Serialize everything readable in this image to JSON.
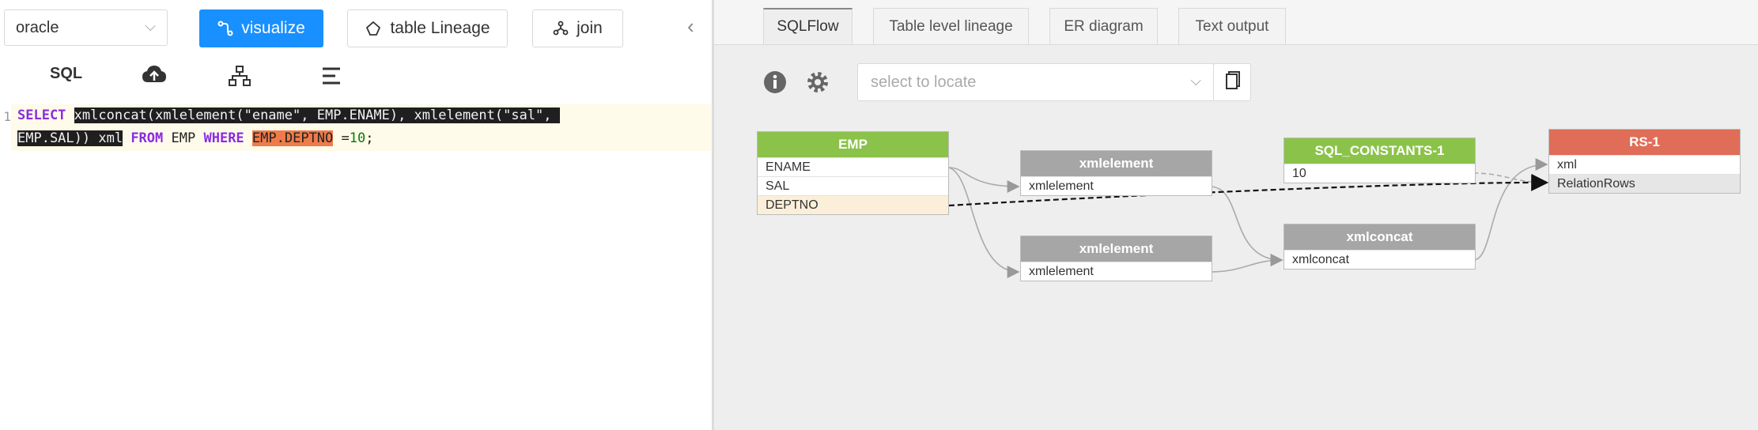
{
  "toolbar": {
    "db_value": "oracle",
    "visualize_label": "visualize",
    "lineage_label": "table Lineage",
    "join_label": "join"
  },
  "tools": {
    "sql_label": "SQL"
  },
  "editor": {
    "line_number": "1",
    "line1": {
      "kw_select": "SELECT",
      "sel1": "xmlconcat(xmlelement(\"ename\", EMP.ENAME), xmlelement(\"sal\", "
    },
    "line2": {
      "sel2": "EMP.SAL)) xml",
      "kw_from": "FROM",
      "table": "EMP",
      "kw_where": "WHERE",
      "col": "EMP.DEPTNO",
      "op": "=",
      "num": "10",
      "end": ";"
    }
  },
  "tabs": [
    "SQLFlow",
    "Table level lineage",
    "ER diagram",
    "Text output"
  ],
  "locate": {
    "placeholder": "select to locate"
  },
  "graph": {
    "emp": {
      "title": "EMP",
      "cols": [
        "ENAME",
        "SAL",
        "DEPTNO"
      ]
    },
    "xmlelement1": {
      "title": "xmlelement",
      "cols": [
        "xmlelement"
      ]
    },
    "xmlelement2": {
      "title": "xmlelement",
      "cols": [
        "xmlelement"
      ]
    },
    "const": {
      "title": "SQL_CONSTANTS-1",
      "cols": [
        "10"
      ]
    },
    "xmlconcat": {
      "title": "xmlconcat",
      "cols": [
        "xmlconcat"
      ]
    },
    "rs": {
      "title": "RS-1",
      "cols": [
        "xml",
        "RelationRows"
      ]
    }
  },
  "colors": {
    "primary": "#1890ff",
    "green": "#8bc34a",
    "gray": "#a6a6a6",
    "red": "#e06d57",
    "highlight": "#f07b4a"
  }
}
